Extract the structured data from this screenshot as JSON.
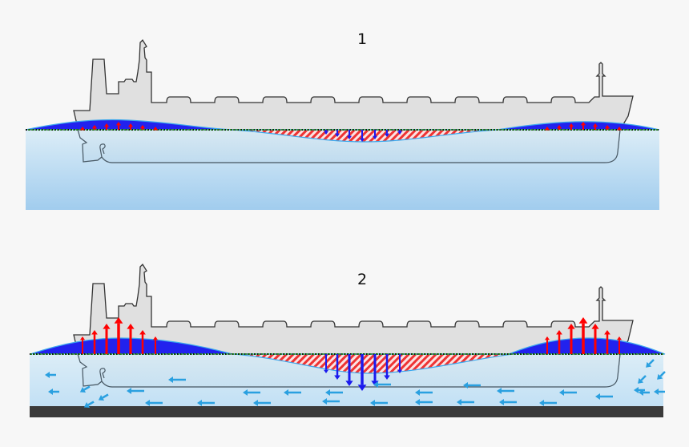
{
  "panels": [
    {
      "label": "1",
      "state": "deep water"
    },
    {
      "label": "2",
      "state": "shallow water"
    }
  ],
  "colors": {
    "hull": "#e0e0e0",
    "outline": "#333333",
    "crest": "#2222ee",
    "trough_hatch": "#ee3333",
    "up_arrow": "#ff0000",
    "down_arrow": "#1a1aee",
    "flow_arrow": "#2aa0e0",
    "seabed": "#3a3a3a"
  }
}
